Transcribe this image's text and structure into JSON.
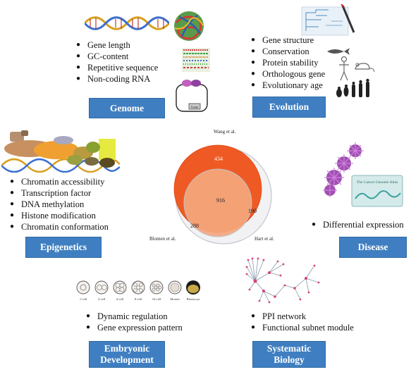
{
  "genome": {
    "label": "Genome",
    "items": [
      "Gene length",
      "GC-content",
      "Repetitive sequence",
      "Non-coding RNA"
    ]
  },
  "evolution": {
    "label": "Evolution",
    "items": [
      "Gene structure",
      "Conservation",
      "Protein stability",
      "Orthologous gene",
      "Evolutionary age"
    ]
  },
  "epigenetics": {
    "label": "Epigenetics",
    "items": [
      "Chromatin accessibility",
      "Transcription factor",
      "DNA methylation",
      "Histone modification",
      "Chromatin conformation"
    ]
  },
  "disease": {
    "label": "Disease",
    "items": [
      "Differential expression"
    ],
    "tcga_text": "The Cancer Genome Atlas"
  },
  "embryonic": {
    "label_line1": "Embryonic",
    "label_line2": "Development",
    "items": [
      "Dynamic regulation",
      "Gene expression pattern"
    ],
    "stages": [
      "1-cell",
      "2-cell",
      "4-cell",
      "8-cell",
      "16-cell",
      "Morula",
      "Blastocyst"
    ]
  },
  "systematic": {
    "label_line1": "Systematic",
    "label_line2": "Biology",
    "items": [
      "PPI network",
      "Functional subnet module"
    ]
  },
  "gene_icon_label": "Gene",
  "venn": {
    "wang_label": "Wang et al.",
    "hart_label": "Hart et al.",
    "blomen_label": "Blomen et al.",
    "wang_only": "434",
    "center": "916",
    "hart_only": "190",
    "blomen_only": "288"
  },
  "colors": {
    "label_bg": "#3f7fc1",
    "venn_wang": "#ef5a24",
    "venn_center": "#f4a77e",
    "venn_outline": "#b8bcc4"
  }
}
